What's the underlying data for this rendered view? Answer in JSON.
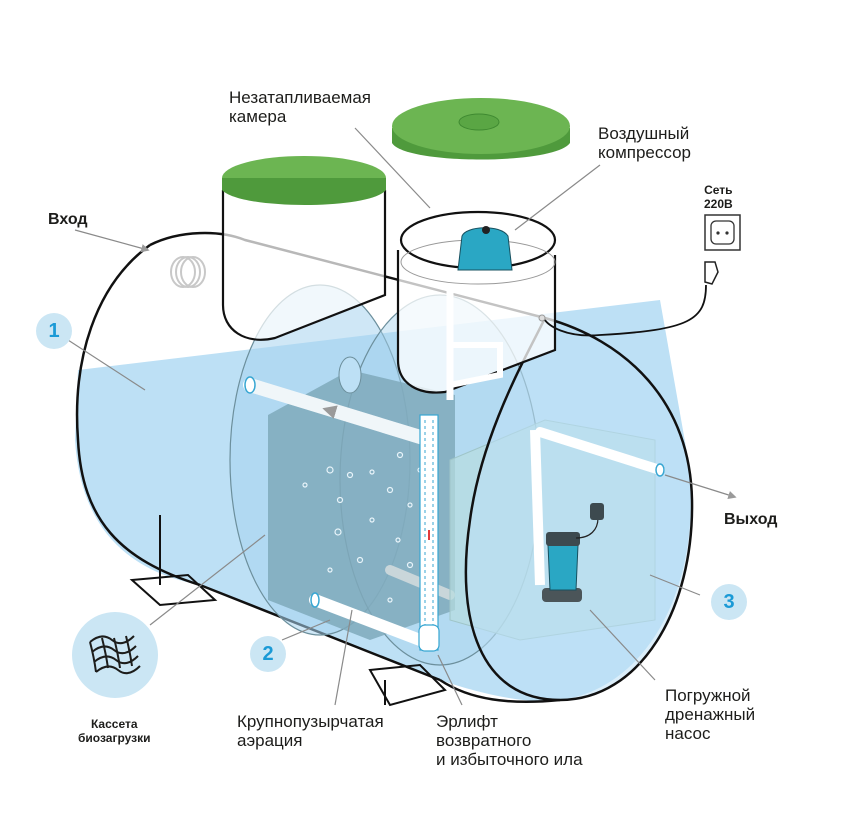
{
  "diagram": {
    "type": "septic-tank-cutaway",
    "labels": {
      "unheated_chamber": [
        "Незатапливаемая",
        "камера"
      ],
      "air_compressor": [
        "Воздушный",
        "компрессор"
      ],
      "power": [
        "Сеть",
        "220В"
      ],
      "inlet": "Вход",
      "outlet": "Выход",
      "bio_cassette": [
        "Кассета",
        "биозагрузки"
      ],
      "coarse_aeration": [
        "Крупнопузырчатая",
        "аэрация"
      ],
      "airlift": [
        "Эрлифт",
        "возвратного",
        "и избыточного ила"
      ],
      "drain_pump": [
        "Погружной",
        "дренажный",
        "насос"
      ]
    },
    "zones": [
      {
        "number": "1"
      },
      {
        "number": "2"
      },
      {
        "number": "3"
      }
    ],
    "colors": {
      "water": "#bde0f5",
      "water_dark": "#a7d3ee",
      "lid_green": "#6cb552",
      "lid_green_dark": "#4f9a3c",
      "compressor": "#2aa7c4",
      "media_block": "#7fa9bb",
      "badge_bg": "#cbe6f4",
      "badge_text": "#1b9ad6",
      "outline": "#111111",
      "leader": "#8a8a8a",
      "flow_arrow": "#e23b3b"
    }
  }
}
